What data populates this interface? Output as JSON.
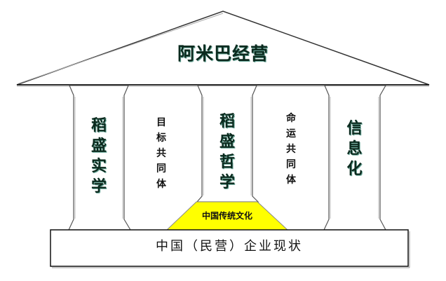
{
  "roof": {
    "title": "阿米巴经营"
  },
  "pillars": [
    {
      "id": "pillar-1",
      "label": "稻盛实学",
      "chars": [
        "稻",
        "盛",
        "实",
        "学"
      ]
    },
    {
      "id": "pillar-2",
      "label": "稻盛哲学",
      "chars": [
        "稻",
        "盛",
        "哲",
        "学"
      ]
    },
    {
      "id": "pillar-3",
      "label": "信息化",
      "chars": [
        "信",
        "息",
        "化"
      ]
    }
  ],
  "gaps": [
    {
      "id": "gap-1",
      "label": "目标共同体",
      "chars": [
        "目",
        "标",
        "共",
        "同",
        "体"
      ]
    },
    {
      "id": "gap-2",
      "label": "命运共同体",
      "chars": [
        "命",
        "运",
        "共",
        "同",
        "体"
      ]
    }
  ],
  "foundation_block": {
    "label": "中国传统文化",
    "color": "#ffff00"
  },
  "base": {
    "label": "中国（民营）企业现状"
  },
  "colors": {
    "outline": "#555555",
    "highlight": "#ffff00",
    "pillar_text": "#0b2a1e"
  }
}
